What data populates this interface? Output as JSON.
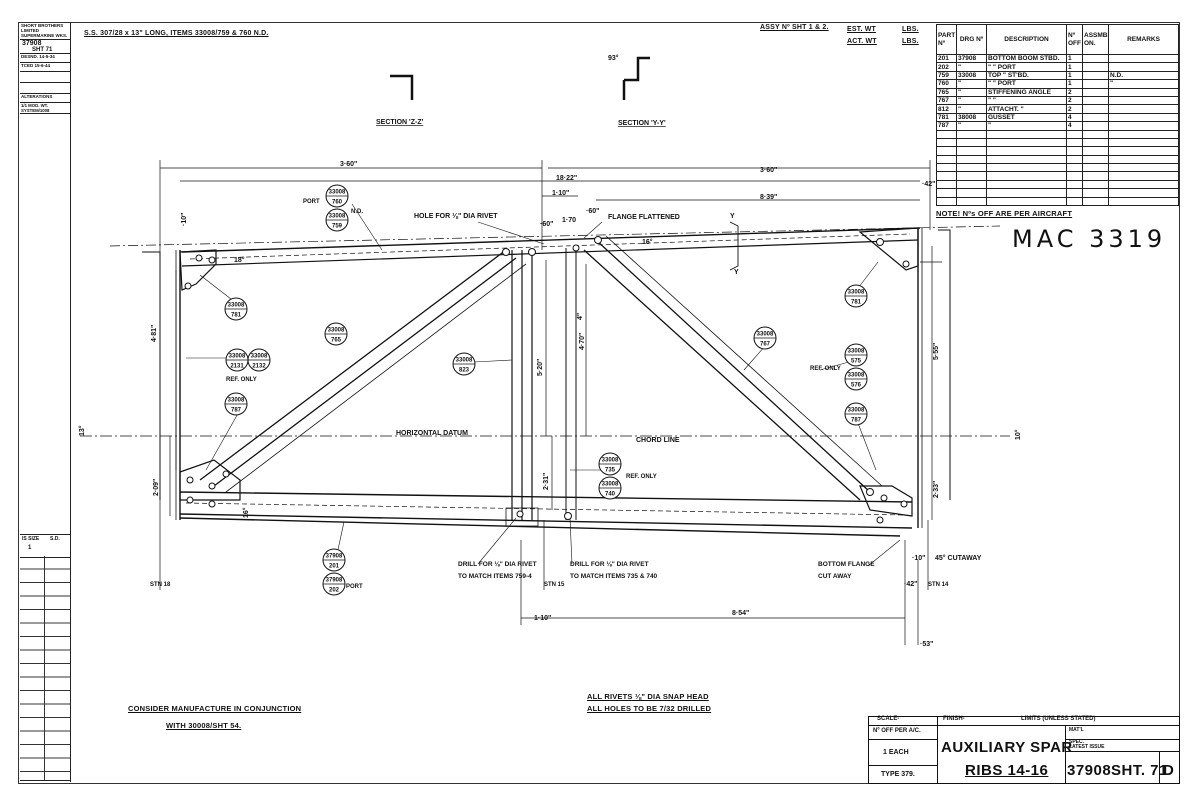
{
  "header": {
    "material_note": "S.S. 307/28 x 13\" LONG, ITEMS 33008/759 & 760 N.D.",
    "assy_ref": "ASSY Nº SHT 1 & 2.",
    "est_wt_label": "EST. WT",
    "act_wt_label": "ACT. WT",
    "lbs": "LBS."
  },
  "left_strip": {
    "company": "SHORT BROTHERS LIMITED SUPERMARINE WKS.",
    "drawing_no": "37908",
    "sheet": "SHT 71",
    "rows": [
      "DESND. 14-5-34",
      "TCED 15-6-44",
      "",
      "",
      "ALTERATIONS",
      "1/1 MOD. WT. SYSTEM/1008"
    ],
    "scale_label": "IS SIZE",
    "scale_value": "1",
    "sheet_label": "S.D."
  },
  "parts_list": {
    "headers": [
      "PART Nº",
      "DRG Nº",
      "DESCRIPTION",
      "Nº OFF",
      "ASSMBLD ON.",
      "REMARKS"
    ],
    "rows": [
      [
        "201",
        "37908",
        "BOTTOM BOOM  STBD.",
        "1",
        "",
        ""
      ],
      [
        "202",
        "\"",
        "\"      \"     PORT",
        "1",
        "",
        ""
      ],
      [
        "759",
        "33008",
        "TOP      \"    ST'BD.",
        "1",
        "",
        "N.D."
      ],
      [
        "760",
        "\"",
        "\"      \"     PORT",
        "1",
        "",
        "\""
      ],
      [
        "765",
        "\"",
        "STIFFENING ANGLE",
        "2",
        "",
        ""
      ],
      [
        "767",
        "\"",
        "\"        \"",
        "2",
        "",
        ""
      ],
      [
        "812",
        "\"",
        "ATTACHT.      \"",
        "2",
        "",
        ""
      ],
      [
        "781",
        "38008",
        "GUSSET",
        "4",
        "",
        ""
      ],
      [
        "787",
        "\"",
        "\"",
        "4",
        "",
        ""
      ],
      [
        "",
        "",
        "",
        "",
        "",
        ""
      ],
      [
        "",
        "",
        "",
        "",
        "",
        ""
      ],
      [
        "",
        "",
        "",
        "",
        "",
        ""
      ],
      [
        "",
        "",
        "",
        "",
        "",
        ""
      ],
      [
        "",
        "",
        "",
        "",
        "",
        ""
      ],
      [
        "",
        "",
        "",
        "",
        "",
        ""
      ],
      [
        "",
        "",
        "",
        "",
        "",
        ""
      ],
      [
        "",
        "",
        "",
        "",
        "",
        ""
      ],
      [
        "",
        "",
        "",
        "",
        "",
        ""
      ]
    ],
    "note": "NOTE! Nºs OFF ARE PER AIRCRAFT"
  },
  "sections": {
    "zz": "SECTION 'Z-Z'",
    "yy": "SECTION 'Y-Y'",
    "yy_angle": "93°"
  },
  "handwritten": "MAC 3319",
  "dimensions": {
    "left_span": "3·60\"",
    "right_span": "3·60\"",
    "top_center": "18·22\"",
    "right_inner": "8·39\"",
    "d110": "1·10\"",
    "d60a": "·60\"",
    "d60b": "·60\"",
    "d170": "1·70",
    "d42": "·42\"",
    "left_height": "4·81\"",
    "lower_left": "2·09\"",
    "center_520": "5·20\"",
    "center_470": "4·70\"",
    "center_4": "4\"",
    "center_231": "2·31\"",
    "right_height": "5·55\"",
    "lower_right": "2·33\"",
    "bottom_854": "8·54\"",
    "bottom_110": "1·10\"",
    "bottom_53": "·53\"",
    "d10": "·10\"",
    "d42b": "·42\"",
    "cutaway": "45° CUTAWAY",
    "ang13": "13°",
    "ang10": "10°",
    "ang18": "18°",
    "ang16": "16°"
  },
  "labels": {
    "hole_rivet": "HOLE FOR ⅛\" DIA RIVET",
    "flange_flattened": "FLANGE FLATTENED",
    "horizontal_datum": "HORIZONTAL DATUM",
    "chord_line": "CHORD LINE",
    "ref_only": "REF. ONLY",
    "ref_only2": "REF. ONLY",
    "ref_only3": "REF. ONLY",
    "drill_left_1": "DRILL FOR ⅛\" DIA RIVET",
    "drill_left_2": "TO MATCH ITEMS 759-4",
    "drill_right_1": "DRILL FOR ⅛\" DIA RIVET",
    "drill_right_2": "TO MATCH ITEMS 735 & 740",
    "bottom_flange_1": "BOTTOM FLANGE",
    "bottom_flange_2": "CUT AWAY",
    "port_top": "PORT",
    "nd_top": "N.D.",
    "port_bot": "PORT",
    "stn_left": "STN 18",
    "stn_mid": "STN 15",
    "stn_right": "STN 14",
    "y_left": "Y",
    "y_right": "Y"
  },
  "balloons": [
    {
      "top": "33008",
      "bot": "760"
    },
    {
      "top": "33008",
      "bot": "759"
    },
    {
      "top": "33008",
      "bot": "781"
    },
    {
      "top": "33008",
      "bot": "765"
    },
    {
      "top": "33008",
      "bot": "2131"
    },
    {
      "top": "33008",
      "bot": "2132"
    },
    {
      "top": "33008",
      "bot": "787"
    },
    {
      "top": "33008",
      "bot": "823"
    },
    {
      "top": "33008",
      "bot": "735"
    },
    {
      "top": "33008",
      "bot": "740"
    },
    {
      "top": "33008",
      "bot": "767"
    },
    {
      "top": "33008",
      "bot": "781"
    },
    {
      "top": "33008",
      "bot": "575"
    },
    {
      "top": "33008",
      "bot": "576"
    },
    {
      "top": "33008",
      "bot": "787"
    },
    {
      "top": "37908",
      "bot": "201"
    },
    {
      "top": "37908",
      "bot": "202"
    }
  ],
  "notes": {
    "consider_1": "CONSIDER MANUFACTURE IN CONJUNCTION",
    "consider_2": "WITH 30008/SHT 54.",
    "rivets_1": "ALL RIVETS ⅛\" DIA SNAP HEAD",
    "rivets_2": "ALL HOLES TO BE 7/32 DRILLED"
  },
  "title_block": {
    "scale": "SCALE-",
    "finish": "FINISH-",
    "limits": "LIMITS (UNLESS STATED)",
    "off_per_ac": "Nº OFF PER A/C.",
    "each": "1 EACH",
    "type": "TYPE 379.",
    "title": "AUXILIARY SPAR",
    "subtitle": "RIBS 14-16",
    "mat": "MAT'L",
    "spec": "SPEC.",
    "latest_issue": "LATEST ISSUE",
    "drawing_number": "37908",
    "sheet": "SHT. 71",
    "rev": "D"
  }
}
